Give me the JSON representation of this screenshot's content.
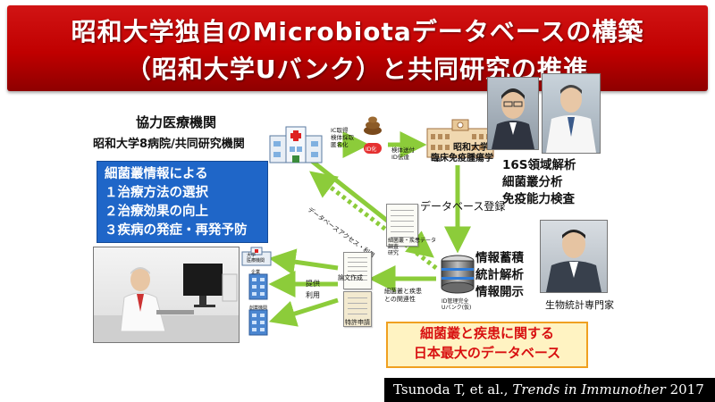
{
  "title": {
    "line1": "昭和大学独自のMicrobiotaデータベースの構築",
    "line2": "（昭和大学Uバンク）と共同研究の推進"
  },
  "collaborators": {
    "heading": "協力医療機関",
    "subheading": "昭和大学8病院/共同研究機関"
  },
  "info_box": {
    "title": "細菌叢情報による",
    "items": [
      "１治療方法の選択",
      "２治療効果の向上",
      "３疾病の発症・再発予防"
    ]
  },
  "hospital_labels": [
    "IC取得",
    "検体採取",
    "匿名化"
  ],
  "sample_label": "ID化",
  "transport_labels": [
    "検体送付",
    "ID伝達"
  ],
  "institute": {
    "line1": "昭和大学",
    "line2": "臨床免疫腫瘍学"
  },
  "analysis": [
    "16S領域解析",
    "細菌叢分析",
    "免疫能力検査"
  ],
  "database_registration": "データベース登録",
  "data_access_label": "データベースアクセス・利用",
  "report_doc_labels": [
    "細菌叢・疾患データ",
    "調査",
    "研究"
  ],
  "data_functions": [
    "情報蓄積",
    "統計解析",
    "情報開示"
  ],
  "database_labels": [
    "ID管理完全",
    "Uバンク(仮)"
  ],
  "statistician_label": "生物統計専門家",
  "relation_label": [
    "細菌叢と疾患",
    "との関連性"
  ],
  "paper_labels": {
    "paper": "論文作成",
    "patent": "特許申請"
  },
  "output_labels": {
    "provide": "提供",
    "use": "利用"
  },
  "hospital_icon_labels": [
    "大学",
    "医療機関",
    "企業",
    "創薬機関"
  ],
  "highlight": {
    "line1": "細菌叢と疾患に関する",
    "line2": "日本最大のデータベース"
  },
  "citation": {
    "authors": "Tsunoda T, et al., ",
    "journal": "Trends in Immunother",
    "year": " 2017"
  },
  "colors": {
    "title_red": "#c00000",
    "info_blue": "#1f66c8",
    "arrow_green": "#8ccc3a",
    "highlight_red": "#d81010",
    "highlight_border": "#f0a020"
  }
}
